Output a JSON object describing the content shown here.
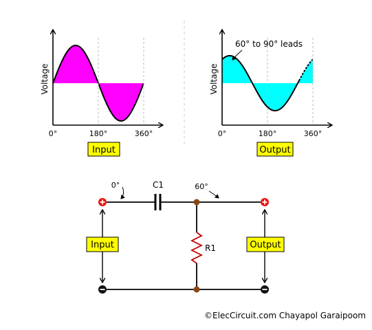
{
  "input_graph": {
    "y_axis_label": "Voltage",
    "x_ticks": [
      "0°",
      "180°",
      "360°"
    ],
    "caption": "Input",
    "fill_color": "#ff00ff"
  },
  "output_graph": {
    "y_axis_label": "Voltage",
    "x_ticks": [
      "0°",
      "180°",
      "360°"
    ],
    "caption": "Output",
    "annotation": "60° to 90° leads",
    "fill_color": "#00ffff"
  },
  "circuit": {
    "capacitor_label": "C1",
    "resistor_label": "R1",
    "input_phase_label": "0°",
    "output_phase_label": "60°",
    "input_box_label": "Input",
    "output_box_label": "Output",
    "label_box_color": "#ffff00",
    "node_color": "#8b4513",
    "terminal_color": "#ee1111"
  },
  "credit": "©ElecCircuit.com Chayapol Garaipoom"
}
